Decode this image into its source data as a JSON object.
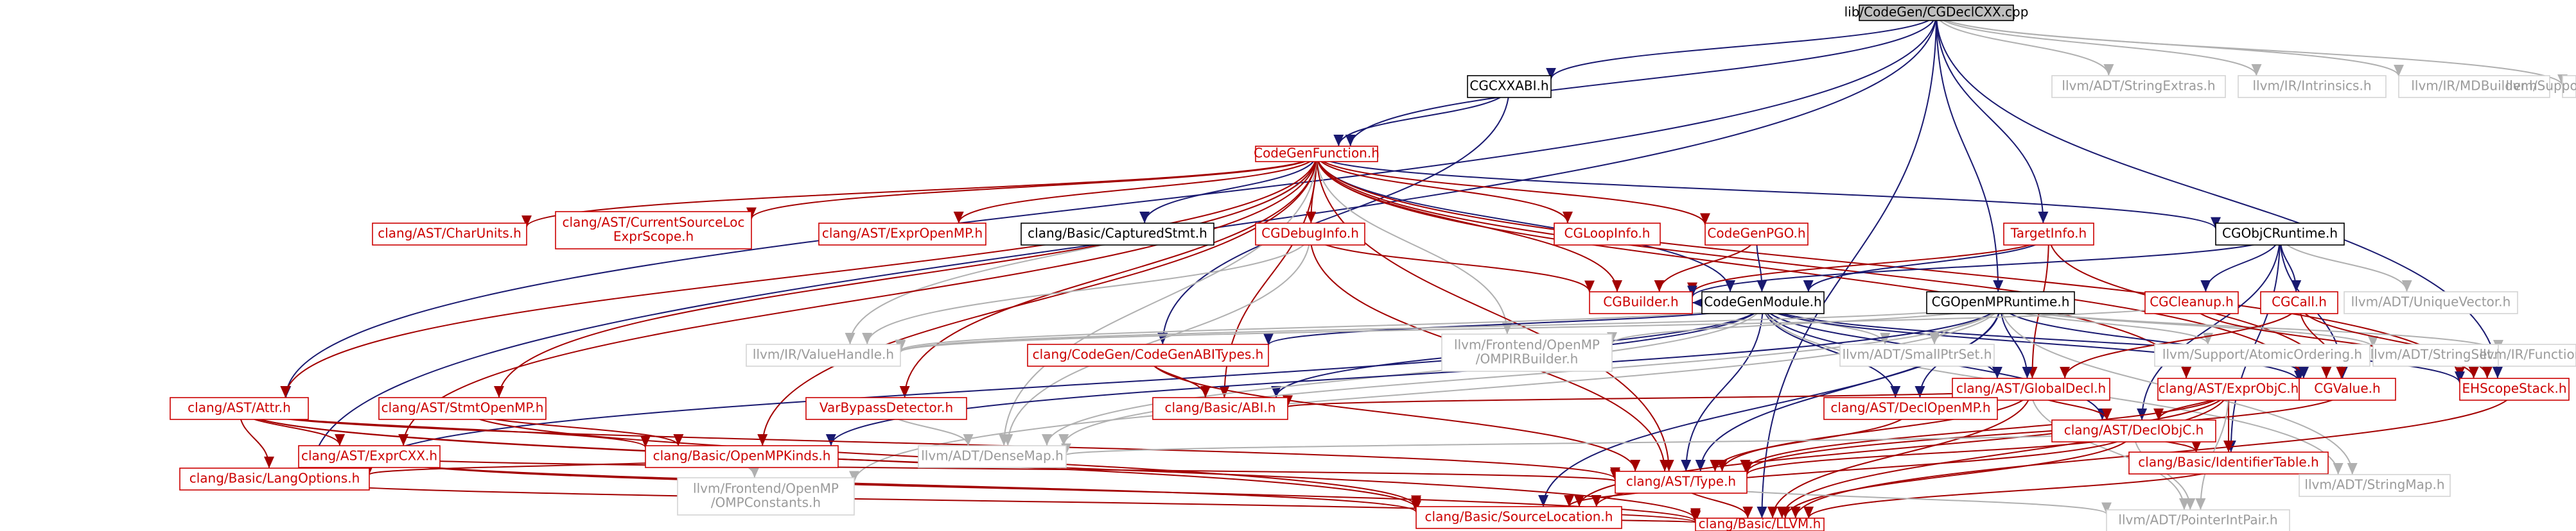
{
  "colors": {
    "root_fill": "#bfbfbf",
    "root_stroke": "#000000",
    "file_stroke": "#cc0000",
    "file_text": "#cc0000",
    "external_text": "#9a9a9a",
    "external_stroke": "#d3d3d3",
    "edge_blue": "#191970",
    "edge_red": "#a30000",
    "edge_dark": "#404040",
    "edge_grey": "#b0b0b0"
  },
  "nodes": {
    "root": {
      "label": "lib/CodeGen/CGDeclCXX.cpp",
      "kind": "root"
    },
    "cgcxxabi": {
      "label": "CGCXXABI.h",
      "kind": "plain"
    },
    "stringextras": {
      "label": "llvm/ADT/StringExtras.h",
      "kind": "external"
    },
    "intrinsics": {
      "label": "llvm/IR/Intrinsics.h",
      "kind": "external"
    },
    "mdbuilder": {
      "label": "llvm/IR/MDBuilder.h",
      "kind": "external"
    },
    "path": {
      "label": "llvm/Support/Path.h",
      "kind": "external"
    },
    "codegenfunction": {
      "label": "CodeGenFunction.h",
      "kind": "file"
    },
    "charunits": {
      "label": "clang/AST/CharUnits.h",
      "kind": "file"
    },
    "currentsourceloc": {
      "label": "clang/AST/CurrentSourceLoc\nExprScope.h",
      "kind": "file"
    },
    "exprmp": {
      "label": "clang/AST/ExprOpenMP.h",
      "kind": "file"
    },
    "capturedstmt": {
      "label": "clang/Basic/CapturedStmt.h",
      "kind": "plain"
    },
    "cgdebuginfo": {
      "label": "CGDebugInfo.h",
      "kind": "file"
    },
    "cgloopinfo": {
      "label": "CGLoopInfo.h",
      "kind": "file"
    },
    "codegenpgo": {
      "label": "CodeGenPGO.h",
      "kind": "file"
    },
    "targetinfo": {
      "label": "TargetInfo.h",
      "kind": "file"
    },
    "cgobjcruntime": {
      "label": "CGObjCRuntime.h",
      "kind": "plain"
    },
    "cgbuilder": {
      "label": "CGBuilder.h",
      "kind": "file"
    },
    "codegenmodule": {
      "label": "CodeGenModule.h",
      "kind": "plain"
    },
    "cgopenmpruntime": {
      "label": "CGOpenMPRuntime.h",
      "kind": "plain"
    },
    "cgcleanup": {
      "label": "CGCleanup.h",
      "kind": "file"
    },
    "cgcall": {
      "label": "CGCall.h",
      "kind": "file"
    },
    "uniquevector": {
      "label": "llvm/ADT/UniqueVector.h",
      "kind": "external"
    },
    "valuehandle": {
      "label": "llvm/IR/ValueHandle.h",
      "kind": "external"
    },
    "codegenabitypes": {
      "label": "clang/CodeGen/CodeGenABITypes.h",
      "kind": "file"
    },
    "ompirbuilder": {
      "label": "llvm/Frontend/OpenMP\n/OMPIRBuilder.h",
      "kind": "external"
    },
    "smallptrset": {
      "label": "llvm/ADT/SmallPtrSet.h",
      "kind": "external"
    },
    "atomicordering": {
      "label": "llvm/Support/AtomicOrdering.h",
      "kind": "external"
    },
    "stringset": {
      "label": "llvm/ADT/StringSet.h",
      "kind": "external"
    },
    "irfunction": {
      "label": "llvm/IR/Function.h",
      "kind": "external"
    },
    "globaldecl": {
      "label": "clang/AST/GlobalDecl.h",
      "kind": "file"
    },
    "exprobjc": {
      "label": "clang/AST/ExprObjC.h",
      "kind": "file"
    },
    "cgvalue": {
      "label": "CGValue.h",
      "kind": "file"
    },
    "ehscopestack": {
      "label": "EHScopeStack.h",
      "kind": "file"
    },
    "attr": {
      "label": "clang/AST/Attr.h",
      "kind": "file"
    },
    "stmtopenmp": {
      "label": "clang/AST/StmtOpenMP.h",
      "kind": "file"
    },
    "varbypass": {
      "label": "VarBypassDetector.h",
      "kind": "file"
    },
    "basicabi": {
      "label": "clang/Basic/ABI.h",
      "kind": "file"
    },
    "declopenmp": {
      "label": "clang/AST/DeclOpenMP.h",
      "kind": "file"
    },
    "declobjc": {
      "label": "clang/AST/DeclObjC.h",
      "kind": "file"
    },
    "exprcxx": {
      "label": "clang/AST/ExprCXX.h",
      "kind": "file"
    },
    "openmpkinds": {
      "label": "clang/Basic/OpenMPKinds.h",
      "kind": "file"
    },
    "densemap": {
      "label": "llvm/ADT/DenseMap.h",
      "kind": "external"
    },
    "identifiertable": {
      "label": "clang/Basic/IdentifierTable.h",
      "kind": "file"
    },
    "langoptions": {
      "label": "clang/Basic/LangOptions.h",
      "kind": "file"
    },
    "ompconstants": {
      "label": "llvm/Frontend/OpenMP\n/OMPConstants.h",
      "kind": "external"
    },
    "asttype": {
      "label": "clang/AST/Type.h",
      "kind": "file"
    },
    "stringmap": {
      "label": "llvm/ADT/StringMap.h",
      "kind": "external"
    },
    "sourcelocation": {
      "label": "clang/Basic/SourceLocation.h",
      "kind": "file"
    },
    "pointerintpair": {
      "label": "llvm/ADT/PointerIntPair.h",
      "kind": "external"
    },
    "llvmh": {
      "label": "clang/Basic/LLVM.h",
      "kind": "file"
    }
  },
  "edges": [
    [
      "root",
      "cgcxxabi"
    ],
    [
      "root",
      "codegenfunction"
    ],
    [
      "root",
      "cgopenmpruntime"
    ],
    [
      "root",
      "targetinfo"
    ],
    [
      "root",
      "stringextras"
    ],
    [
      "root",
      "intrinsics"
    ],
    [
      "root",
      "mdbuilder"
    ],
    [
      "root",
      "path"
    ],
    [
      "root",
      "attr"
    ],
    [
      "root",
      "langoptions"
    ],
    [
      "root",
      "ehscopestack"
    ],
    [
      "root",
      "llvmh"
    ],
    [
      "cgcxxabi",
      "codegenfunction"
    ],
    [
      "cgcxxabi",
      "codegenabitypes"
    ],
    [
      "codegenfunction",
      "charunits"
    ],
    [
      "codegenfunction",
      "currentsourceloc"
    ],
    [
      "codegenfunction",
      "exprmp"
    ],
    [
      "codegenfunction",
      "capturedstmt"
    ],
    [
      "codegenfunction",
      "cgdebuginfo"
    ],
    [
      "codegenfunction",
      "cgloopinfo"
    ],
    [
      "codegenfunction",
      "codegenpgo"
    ],
    [
      "codegenfunction",
      "cgbuilder"
    ],
    [
      "codegenfunction",
      "codegenmodule"
    ],
    [
      "codegenfunction",
      "cgobjcruntime"
    ],
    [
      "codegenfunction",
      "cgvalue"
    ],
    [
      "codegenfunction",
      "ehscopestack"
    ],
    [
      "codegenfunction",
      "valuehandle"
    ],
    [
      "codegenfunction",
      "ompirbuilder"
    ],
    [
      "codegenfunction",
      "asttype"
    ],
    [
      "codegenfunction",
      "exprobjc"
    ],
    [
      "codegenfunction",
      "attr"
    ],
    [
      "codegenfunction",
      "stmtopenmp"
    ],
    [
      "codegenfunction",
      "varbypass"
    ],
    [
      "codegenfunction",
      "basicabi"
    ],
    [
      "codegenfunction",
      "exprcxx"
    ],
    [
      "codegenfunction",
      "densemap"
    ],
    [
      "codegenfunction",
      "openmpkinds"
    ],
    [
      "cgdebuginfo",
      "cgbuilder"
    ],
    [
      "cgdebuginfo",
      "valuehandle"
    ],
    [
      "cgdebuginfo",
      "densemap"
    ],
    [
      "cgdebuginfo",
      "asttype"
    ],
    [
      "codegenpgo",
      "cgbuilder"
    ],
    [
      "codegenpgo",
      "codegenmodule"
    ],
    [
      "targetinfo",
      "cgbuilder"
    ],
    [
      "targetinfo",
      "codegenmodule"
    ],
    [
      "targetinfo",
      "cgvalue"
    ],
    [
      "targetinfo",
      "globaldecl"
    ],
    [
      "cgobjcruntime",
      "cgbuilder"
    ],
    [
      "cgobjcruntime",
      "cgcleanup"
    ],
    [
      "cgobjcruntime",
      "cgcall"
    ],
    [
      "cgobjcruntime",
      "cgvalue"
    ],
    [
      "cgobjcruntime",
      "uniquevector"
    ],
    [
      "cgobjcruntime",
      "declobjc"
    ],
    [
      "cgobjcruntime",
      "identifiertable"
    ],
    [
      "codegenmodule",
      "cgbuilder"
    ],
    [
      "codegenmodule",
      "valuehandle"
    ],
    [
      "codegenmodule",
      "codegenabitypes"
    ],
    [
      "codegenmodule",
      "smallptrset"
    ],
    [
      "codegenmodule",
      "globaldecl"
    ],
    [
      "codegenmodule",
      "cgvalue"
    ],
    [
      "codegenmodule",
      "basicabi"
    ],
    [
      "codegenmodule",
      "densemap"
    ],
    [
      "codegenmodule",
      "declopenmp"
    ],
    [
      "codegenmodule",
      "declobjc"
    ],
    [
      "codegenmodule",
      "stringmap"
    ],
    [
      "codegenmodule",
      "langoptions"
    ],
    [
      "codegenmodule",
      "asttype"
    ],
    [
      "codegenmodule",
      "ehscopestack"
    ],
    [
      "cgopenmpruntime",
      "cgvalue"
    ],
    [
      "cgopenmpruntime",
      "ompirbuilder"
    ],
    [
      "cgopenmpruntime",
      "smallptrset"
    ],
    [
      "cgopenmpruntime",
      "atomicordering"
    ],
    [
      "cgopenmpruntime",
      "stringset"
    ],
    [
      "cgopenmpruntime",
      "irfunction"
    ],
    [
      "cgopenmpruntime",
      "valuehandle"
    ],
    [
      "cgopenmpruntime",
      "globaldecl"
    ],
    [
      "cgopenmpruntime",
      "declopenmp"
    ],
    [
      "cgopenmpruntime",
      "asttype"
    ],
    [
      "cgopenmpruntime",
      "openmpkinds"
    ],
    [
      "cgopenmpruntime",
      "sourcelocation"
    ],
    [
      "cgopenmpruntime",
      "densemap"
    ],
    [
      "cgopenmpruntime",
      "ompconstants"
    ],
    [
      "cgopenmpruntime",
      "stringmap"
    ],
    [
      "cgcleanup",
      "ehscopestack"
    ],
    [
      "cgcleanup",
      "valuehandle"
    ],
    [
      "cgcall",
      "cgvalue"
    ],
    [
      "cgcall",
      "ehscopestack"
    ],
    [
      "cgcall",
      "globaldecl"
    ],
    [
      "cgvalue",
      "asttype"
    ],
    [
      "ehscopestack",
      "llvmh"
    ],
    [
      "codegenabitypes",
      "basicabi"
    ],
    [
      "codegenabitypes",
      "asttype"
    ],
    [
      "globaldecl",
      "declobjc"
    ],
    [
      "globaldecl",
      "declopenmp"
    ],
    [
      "globaldecl",
      "basicabi"
    ],
    [
      "globaldecl",
      "asttype"
    ],
    [
      "globaldecl",
      "pointerintpair"
    ],
    [
      "globaldecl",
      "llvmh"
    ],
    [
      "exprobjc",
      "declobjc"
    ],
    [
      "exprobjc",
      "identifiertable"
    ],
    [
      "exprobjc",
      "asttype"
    ],
    [
      "exprobjc",
      "sourcelocation"
    ],
    [
      "exprobjc",
      "llvmh"
    ],
    [
      "exprobjc",
      "pointerintpair"
    ],
    [
      "attr",
      "openmpkinds"
    ],
    [
      "attr",
      "exprcxx"
    ],
    [
      "attr",
      "langoptions"
    ],
    [
      "attr",
      "sourcelocation"
    ],
    [
      "attr",
      "asttype"
    ],
    [
      "attr",
      "llvmh"
    ],
    [
      "stmtopenmp",
      "openmpkinds"
    ],
    [
      "stmtopenmp",
      "sourcelocation"
    ],
    [
      "varbypass",
      "densemap"
    ],
    [
      "declopenmp",
      "asttype"
    ],
    [
      "declobjc",
      "identifiertable"
    ],
    [
      "declobjc",
      "asttype"
    ],
    [
      "declobjc",
      "densemap"
    ],
    [
      "declobjc",
      "sourcelocation"
    ],
    [
      "declobjc",
      "pointerintpair"
    ],
    [
      "declobjc",
      "llvmh"
    ],
    [
      "exprcxx",
      "langoptions"
    ],
    [
      "exprcxx",
      "asttype"
    ],
    [
      "exprcxx",
      "sourcelocation"
    ],
    [
      "exprcxx",
      "llvmh"
    ],
    [
      "openmpkinds",
      "langoptions"
    ],
    [
      "openmpkinds",
      "ompconstants"
    ],
    [
      "identifiertable",
      "stringmap"
    ],
    [
      "identifiertable",
      "llvmh"
    ],
    [
      "langoptions",
      "llvmh"
    ],
    [
      "asttype",
      "sourcelocation"
    ],
    [
      "asttype",
      "pointerintpair"
    ],
    [
      "asttype",
      "llvmh"
    ],
    [
      "sourcelocation",
      "llvmh"
    ]
  ]
}
